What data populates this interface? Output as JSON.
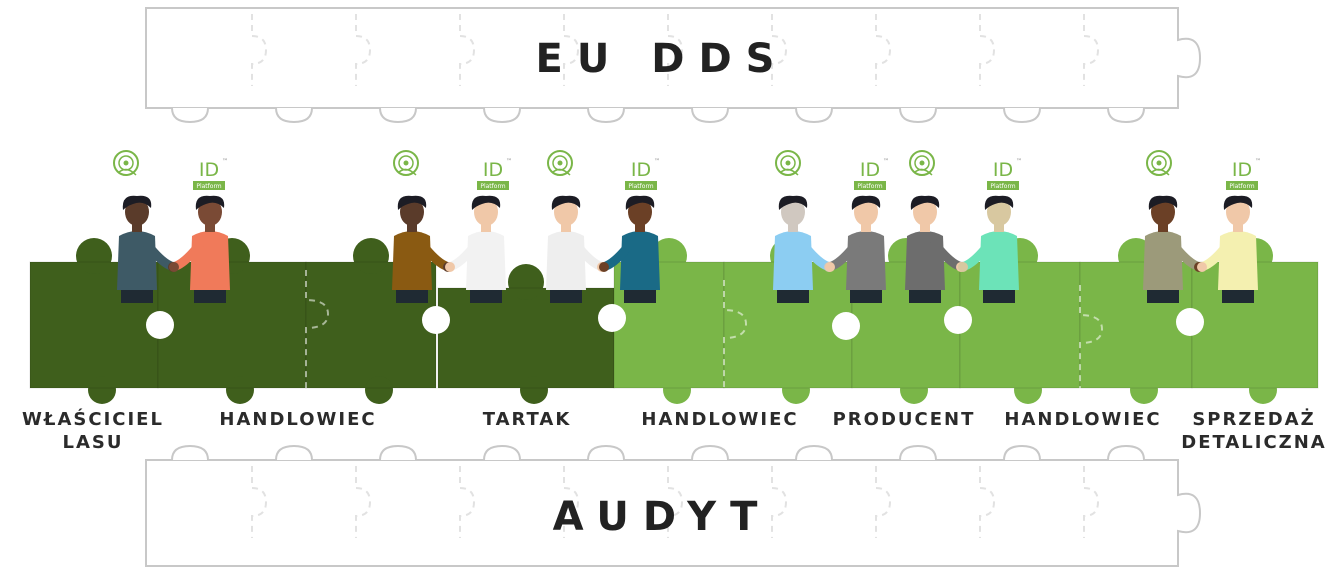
{
  "top_band": {
    "title": "EU DDS"
  },
  "bottom_band": {
    "title": "AUDYT"
  },
  "chain": {
    "stages": [
      {
        "label_lines": [
          "WŁAŚCICIEL",
          "LASU"
        ]
      },
      {
        "label_lines": [
          "HANDLOWIEC"
        ]
      },
      {
        "label_lines": [
          "TARTAK"
        ]
      },
      {
        "label_lines": [
          "HANDLOWIEC"
        ]
      },
      {
        "label_lines": [
          "PRODUCENT"
        ]
      },
      {
        "label_lines": [
          "HANDLOWIEC"
        ]
      },
      {
        "label_lines": [
          "SPRZEDAŻ",
          "DETALICZNA"
        ]
      }
    ],
    "platform_badge": {
      "id_text": "ID",
      "tm_text": "™",
      "sub_text": "Platform"
    },
    "colors": {
      "dark_piece": "#3f5f1c",
      "light_piece": "#7ab648",
      "band_outline": "#c8c8c8",
      "badge_green": "#7ab648"
    }
  }
}
